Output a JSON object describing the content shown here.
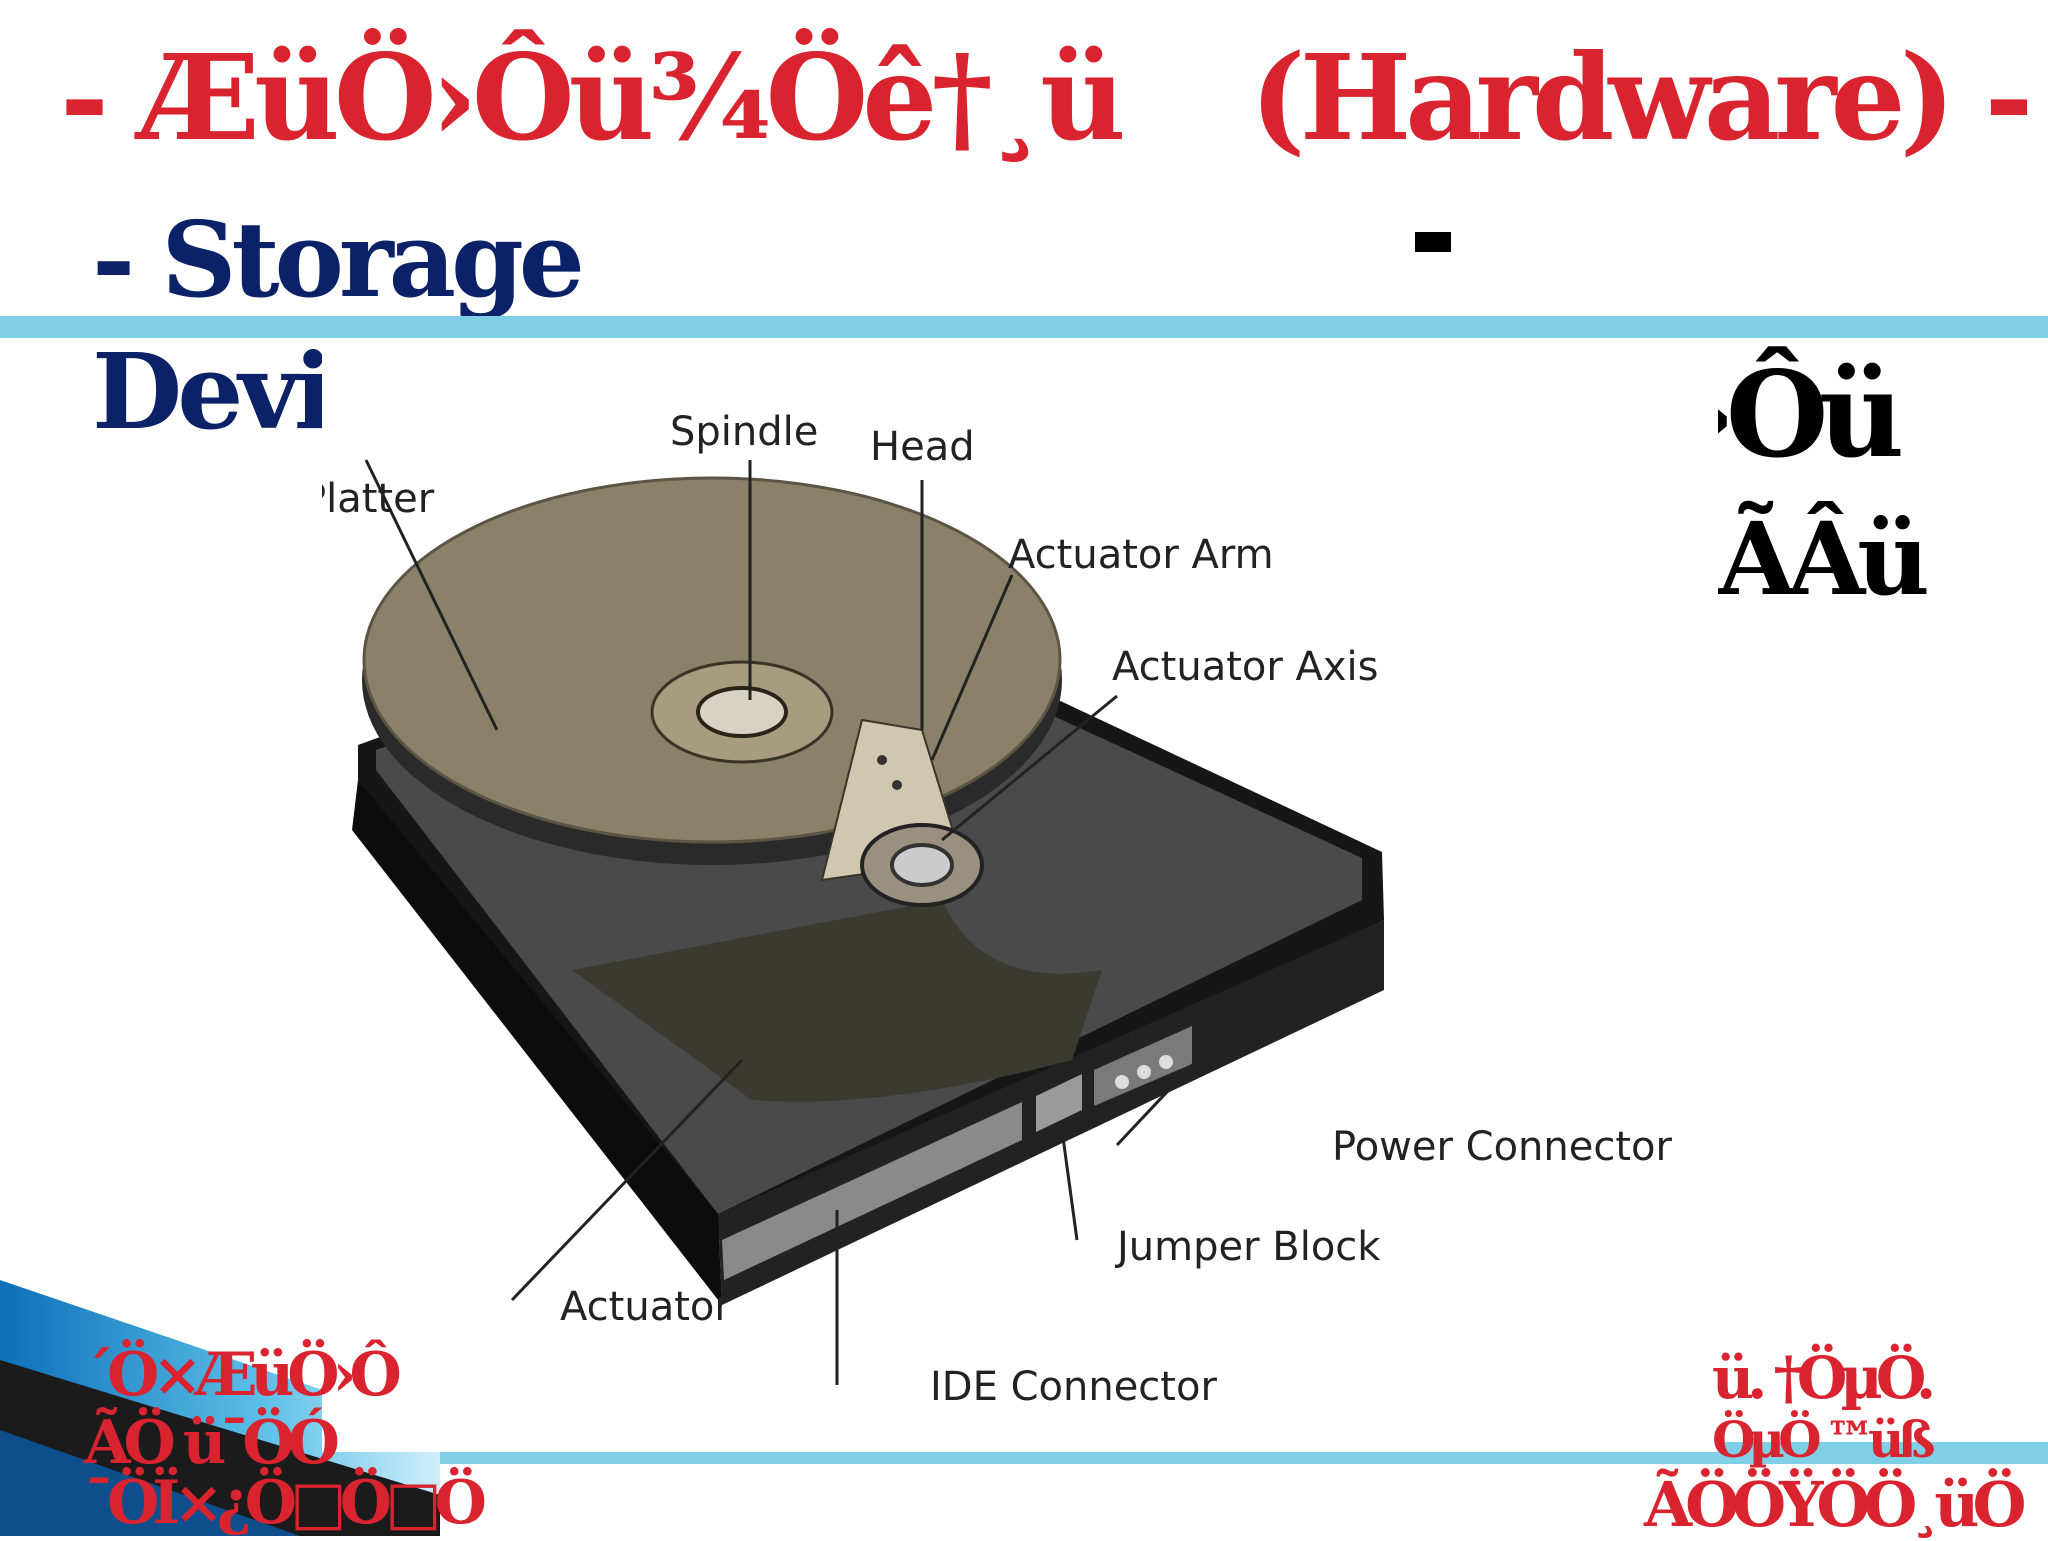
{
  "title": {
    "left": "- ÆüÖ›Ôü¾Öê†¸ü",
    "right": "(Hardware) -"
  },
  "subtitle": {
    "line1": "-  Storage",
    "line2": "Device -"
  },
  "right_block": {
    "line1": "ÆüÖ›Ôü",
    "line2": "ÃÂü"
  },
  "diagram": {
    "labels": {
      "spindle": "Spindle",
      "head": "Head",
      "platter": "Platter",
      "actuator_arm": "Actuator Arm",
      "actuator_axis": "Actuator Axis",
      "power_connector": "Power Connector",
      "jumper_block": "Jumper Block",
      "actuator": "Actuator",
      "ide_connector": "IDE Connector"
    }
  },
  "footer": {
    "left_line1": "´Ö×ÆüÖ›Ô",
    "left_line2": "ÃÖ ü¯ÖÓ",
    "left_line3": "¯ÖÏ×¿Ö□Ö□Ö",
    "right_line1": "ü. †ÖµÖ.",
    "right_line2": "ÖµÖ ™üß",
    "right_line3": "ÃÖÖŸÖÖ¸üÖ"
  },
  "colors": {
    "title_red": "#d9232f",
    "subtitle_navy": "#0b2268",
    "accent_bar": "#7fd0e6"
  }
}
